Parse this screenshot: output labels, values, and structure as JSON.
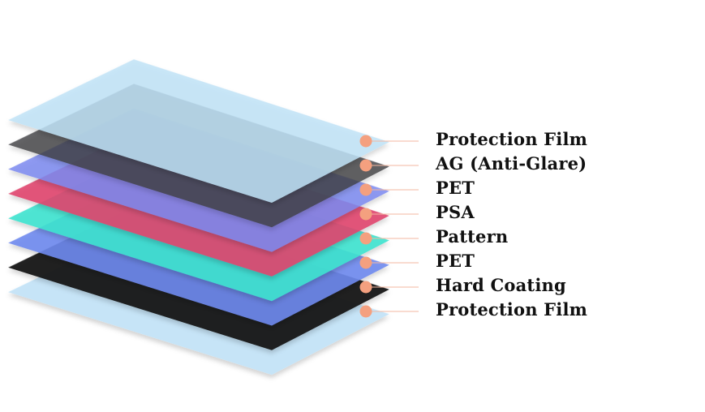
{
  "layers": [
    {
      "label": "Protection Film",
      "color": "#bfe3f7",
      "opacity": 0.85
    },
    {
      "label": "AG (Anti-Glare)",
      "color": "#3d3f42",
      "opacity": 0.8
    },
    {
      "label": "PET",
      "color": "#7c89f0",
      "opacity": 0.85
    },
    {
      "label": "PSA",
      "color": "#e0476f",
      "opacity": 0.9
    },
    {
      "label": "Pattern",
      "color": "#3fe3cf",
      "opacity": 0.9
    },
    {
      "label": "PET",
      "color": "#6f8aee",
      "opacity": 0.9
    },
    {
      "label": "Hard Coating",
      "color": "#141414",
      "opacity": 0.95
    },
    {
      "label": "Protection Film",
      "color": "#c4e4f8",
      "opacity": 0.95
    }
  ],
  "marker_color": "#f4a07f",
  "leader_color": "#f3b7a0"
}
